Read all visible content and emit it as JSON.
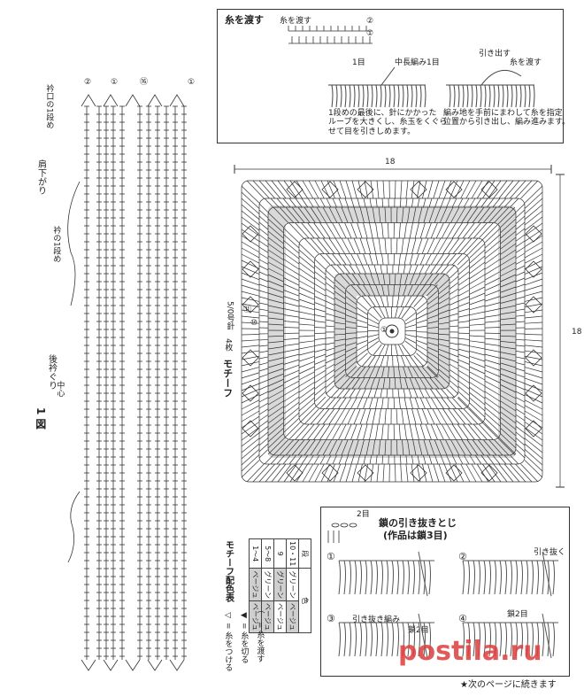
{
  "top_box": {
    "title": "糸を渡す",
    "label_wataru": "糸を渡す",
    "label_1me": "1目",
    "label_nakanaga": "中長編み1目",
    "label_hikidasu": "引き出す",
    "label_wataru2": "糸を渡す",
    "caption_left": "1段めの最後に、針にかかった\nループを大きくし、糸玉をくぐら\nせて目を引きしめます。",
    "caption_right": "編み地を手前にまわして糸を指定\n位置から引き出し、編み進みます。",
    "row_labels": [
      "②",
      "①"
    ]
  },
  "left_panel": {
    "fig_label": "1 図",
    "back_collar": "後衿ぐり",
    "center": "中心",
    "shoulder": "肩下がり",
    "row1": "衿の1段め",
    "end": "衿口の1段め",
    "markers": [
      "②",
      "①",
      "⑯",
      "①"
    ]
  },
  "motif": {
    "width_label": "18",
    "height_label": "18",
    "title": "モチーフ",
    "count": "4枚",
    "hook": "5/0号針",
    "row_marks": [
      "⑪",
      "⑩",
      "①"
    ]
  },
  "color_table": {
    "title": "モチーフ配色表",
    "header": [
      "段",
      "色"
    ],
    "rows": [
      {
        "rows": "10・11",
        "color1": "グリーン",
        "color2": "ベージュ"
      },
      {
        "rows": "9",
        "color1": "グリーン",
        "color2": "ベージュ"
      },
      {
        "rows": "5〜8",
        "color1": "グリーン",
        "color2": "ベージュ"
      },
      {
        "rows": "1〜4",
        "color1": "ベージュ",
        "color2": "ベージュ"
      }
    ]
  },
  "legend": {
    "items": [
      "◁ = 糸をつける",
      "◀ = 糸を切る",
      "⌒ = 糸を渡す"
    ]
  },
  "bottom_box": {
    "title": "鎖の引き抜きとじ",
    "subtitle": "(作品は鎖3目)",
    "label_2me": "2目",
    "steps": [
      "①",
      "②",
      "③",
      "④"
    ],
    "label_pull": "引き抜く",
    "label_slip": "引き抜き編み",
    "label_2me_b": "鎖2目",
    "label_2me_c": "鎖2目"
  },
  "footer": "★次のページに続きます",
  "watermark": "postila.ru"
}
